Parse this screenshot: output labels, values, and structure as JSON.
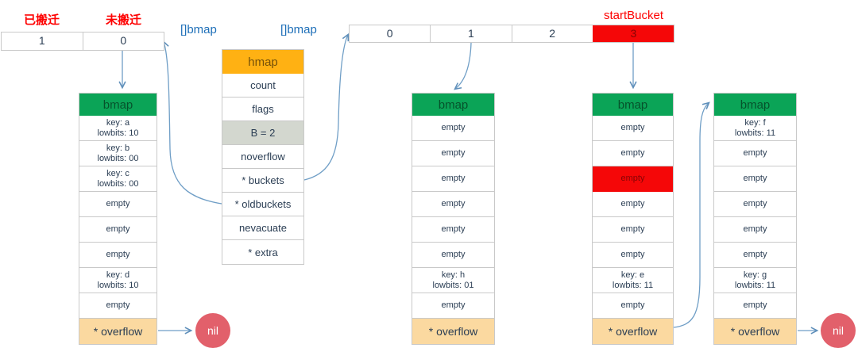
{
  "colors": {
    "green": "#0ba457",
    "orange": "#ffb113",
    "row_highlight_gray": "#d3d7cf",
    "overflow_tan": "#fbd9a0",
    "red": "#f50708",
    "nil_circle": "#e2606b",
    "slice_label_blue": "#1e6fb8",
    "annotation_red": "#fe0202",
    "arrow_blue": "#6f9ec6",
    "cell_border": "#c9c9c9",
    "cell_text": "#2b3e54"
  },
  "old_buckets_panel": {
    "migrated_label": "已搬迁",
    "not_migrated_label": "未搬迁",
    "cells": [
      "1",
      "0"
    ]
  },
  "slice_labels": {
    "left": "[]bmap",
    "right": "[]bmap"
  },
  "hmap": {
    "title": "hmap",
    "fields": [
      "count",
      "flags",
      "B = 2",
      "noverflow",
      "* buckets",
      "* oldbuckets",
      "nevacuate",
      "* extra"
    ]
  },
  "new_buckets_array": {
    "start_bucket_label": "startBucket",
    "cells": [
      "0",
      "1",
      "2",
      "3"
    ]
  },
  "nil_label": "nil",
  "bmaps": [
    {
      "title": "bmap",
      "overflow": "* overflow",
      "rows": [
        {
          "l1": "key: a",
          "l2": "lowbits: 10"
        },
        {
          "l1": "key: b",
          "l2": "lowbits: 00"
        },
        {
          "l1": "key: c",
          "l2": "lowbits: 00"
        },
        {
          "l1": "empty"
        },
        {
          "l1": "empty"
        },
        {
          "l1": "empty"
        },
        {
          "l1": "key: d",
          "l2": "lowbits: 10"
        },
        {
          "l1": "empty"
        }
      ]
    },
    {
      "title": "bmap",
      "overflow": "* overflow",
      "rows": [
        {
          "l1": "empty"
        },
        {
          "l1": "empty"
        },
        {
          "l1": "empty"
        },
        {
          "l1": "empty"
        },
        {
          "l1": "empty"
        },
        {
          "l1": "empty"
        },
        {
          "l1": "key: h",
          "l2": "lowbits: 01"
        },
        {
          "l1": "empty"
        }
      ]
    },
    {
      "title": "bmap",
      "overflow": "* overflow",
      "rows": [
        {
          "l1": "empty"
        },
        {
          "l1": "empty"
        },
        {
          "l1": "empty"
        },
        {
          "l1": "empty"
        },
        {
          "l1": "empty"
        },
        {
          "l1": "empty"
        },
        {
          "l1": "key: e",
          "l2": "lowbits: 11"
        },
        {
          "l1": "empty"
        }
      ]
    },
    {
      "title": "bmap",
      "overflow": "* overflow",
      "rows": [
        {
          "l1": "key: f",
          "l2": "lowbits: 11"
        },
        {
          "l1": "empty"
        },
        {
          "l1": "empty"
        },
        {
          "l1": "empty"
        },
        {
          "l1": "empty"
        },
        {
          "l1": "empty"
        },
        {
          "l1": "key: g",
          "l2": "lowbits: 11"
        },
        {
          "l1": "empty"
        }
      ]
    }
  ]
}
